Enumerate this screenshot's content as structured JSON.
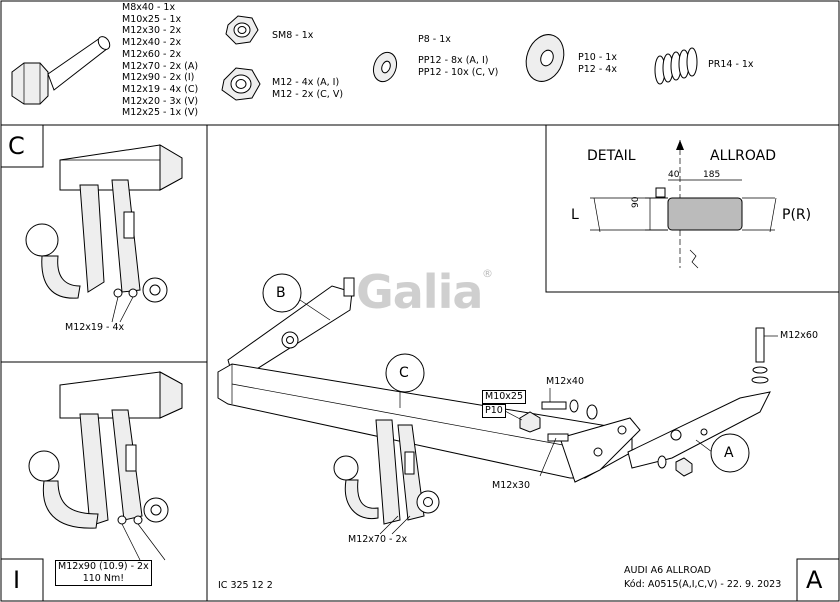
{
  "parts": {
    "bolt_list": [
      "M8x40 - 1x",
      "M10x25 - 1x",
      "M12x30 - 2x",
      "M12x40 - 2x",
      "M12x60 - 2x",
      "M12x70 - 2x (A)",
      "M12x90 - 2x (I)",
      "M12x19 - 4x (C)",
      "M12x20 - 3x (V)",
      "M12x25 - 1x (V)"
    ],
    "nut_sm8": "SM8 - 1x",
    "nut_m12": [
      "M12 - 4x (A, I)",
      "M12 - 2x (C, V)"
    ],
    "washer_p8": [
      "P8 - 1x",
      "PP12 - 8x (A, I)",
      "PP12 - 10x (C, V)"
    ],
    "washer_p10": [
      "P10 - 1x",
      "P12 - 4x"
    ],
    "spring": "PR14 - 1x"
  },
  "panels": {
    "c": "C",
    "i": "I",
    "a": "A"
  },
  "left": {
    "c_bolt_label": "M12x19 - 4x",
    "i_bolt_label": [
      "M12x90 (10.9) - 2x",
      "110 Nm!"
    ]
  },
  "detail": {
    "title_left": "DETAIL",
    "title_right": "ALLROAD",
    "dim_40": "40",
    "dim_185": "185",
    "dim_90": "90",
    "side_l": "L",
    "side_r": "P(R)"
  },
  "main": {
    "callout_b": "B",
    "callout_c": "C",
    "callout_a": "A",
    "brand": "Galia",
    "registered": "®",
    "m12x60": "M12x60",
    "m12x40": "M12x40",
    "m10x25": "M10x25",
    "p10": "P10",
    "m12x30": "M12x30",
    "m12x70": "M12x70 - 2x"
  },
  "footer": {
    "code": "IC 325 12 2",
    "car": "AUDI A6 ALLROAD",
    "kod": "Kód: A0515(A,I,C,V) - 22. 9. 2023"
  }
}
